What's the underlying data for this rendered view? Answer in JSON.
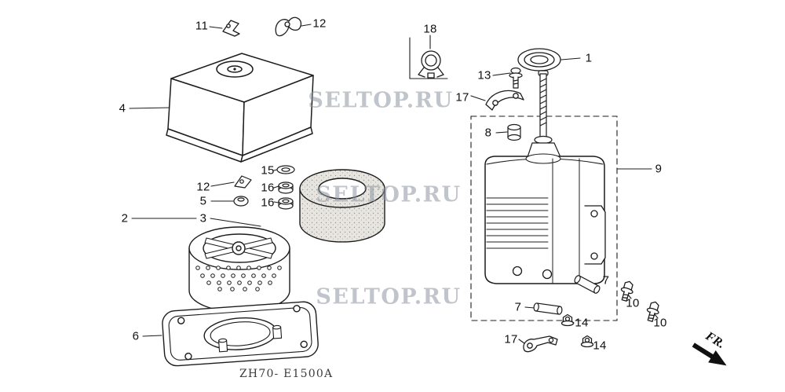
{
  "colors": {
    "line": "#1c1c1c",
    "watermark": "#8d95a1",
    "arrow": "#111111"
  },
  "watermark": {
    "text": "SELTOP.RU"
  },
  "diagram": {
    "part_code": "ZH70- E1500A",
    "fr_label": "FR.",
    "callouts": [
      {
        "num": "11"
      },
      {
        "num": "12"
      },
      {
        "num": "18"
      },
      {
        "num": "1"
      },
      {
        "num": "13"
      },
      {
        "num": "17"
      },
      {
        "num": "4"
      },
      {
        "num": "8"
      },
      {
        "num": "9"
      },
      {
        "num": "15"
      },
      {
        "num": "12"
      },
      {
        "num": "16"
      },
      {
        "num": "5"
      },
      {
        "num": "16"
      },
      {
        "num": "2"
      },
      {
        "num": "3"
      },
      {
        "num": "7"
      },
      {
        "num": "7"
      },
      {
        "num": "10"
      },
      {
        "num": "10"
      },
      {
        "num": "6"
      },
      {
        "num": "17"
      },
      {
        "num": "14"
      },
      {
        "num": "14"
      }
    ]
  }
}
